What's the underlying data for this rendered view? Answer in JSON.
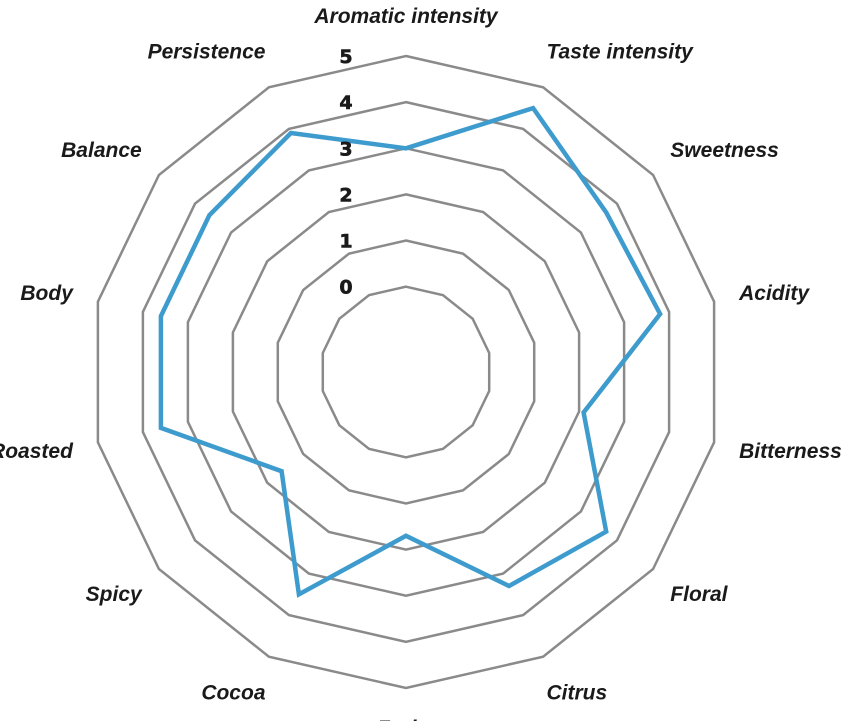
{
  "chart_data": {
    "type": "radar",
    "title": "",
    "axes": [
      "Aromatic intensity",
      "Taste intensity",
      "Sweetness",
      "Acidity",
      "Bitterness",
      "Floral",
      "Citrus",
      "Fruity",
      "Cocoa",
      "Spicy",
      "Roasted",
      "Body",
      "Balance",
      "Persistence"
    ],
    "rlim": [
      0,
      5
    ],
    "ticks": [
      0,
      1,
      2,
      3,
      4,
      5
    ],
    "tick_labels": [
      "0",
      "1",
      "2",
      "3",
      "4",
      "5"
    ],
    "grid": true,
    "legend": "none",
    "series": [
      {
        "values": [
          3,
          4.5,
          3.7,
          3.8,
          2.1,
          3.7,
          3.3,
          1.7,
          3.5,
          1.6,
          3.6,
          3.6,
          3.6,
          3.9
        ],
        "color": "#3e9bcd"
      }
    ]
  }
}
